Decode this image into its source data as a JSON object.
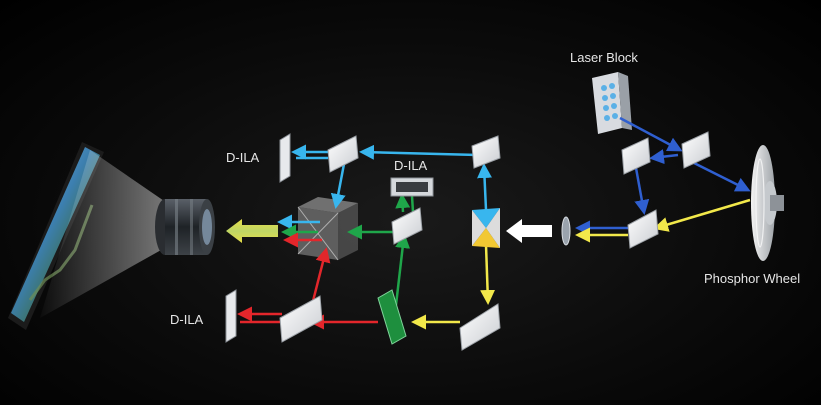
{
  "labels": {
    "laser_block": "Laser Block",
    "phosphor_wheel": "Phosphor Wheel",
    "dila_top": "D-ILA",
    "dila_middle": "D-ILA",
    "dila_bottom": "D-ILA"
  },
  "colors": {
    "background": "#000000",
    "blue_laser": "#2f5fd0",
    "light_blue": "#38b6ee",
    "yellow": "#f2e84a",
    "green": "#1fa64a",
    "red": "#e3262b",
    "white_arrow": "#ffffff",
    "label_text": "#e6e6e6"
  },
  "icons": [
    "screen-image",
    "projection-lens",
    "prism-cube",
    "laser-block-unit",
    "phosphor-wheel",
    "dichroic-mirror",
    "condenser-lens"
  ]
}
